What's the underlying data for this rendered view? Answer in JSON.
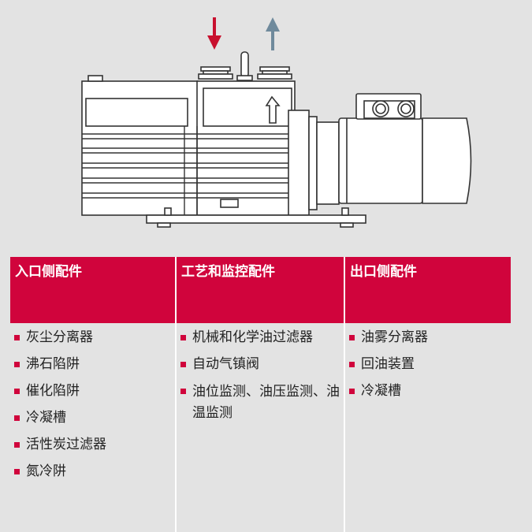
{
  "colors": {
    "accent": "#d0043c",
    "background": "#e3e3e3",
    "inlet_arrow": "#c8102e",
    "outlet_arrow": "#6f8a9c"
  },
  "diagram": {
    "description_icon": "vacuum-pump-icon"
  },
  "columns": [
    {
      "title": "入口侧配件",
      "items": [
        "灰尘分离器",
        "沸石陷阱",
        "催化陷阱",
        "冷凝槽",
        "活性炭过滤器",
        "氮冷阱"
      ]
    },
    {
      "title": "工艺和监控配件",
      "items": [
        "机械和化学油过滤器",
        "自动气镇阀",
        "油位监测、油压监测、油温监测"
      ]
    },
    {
      "title": "出口侧配件",
      "items": [
        "油雾分离器",
        "回油装置",
        "冷凝槽"
      ]
    }
  ]
}
